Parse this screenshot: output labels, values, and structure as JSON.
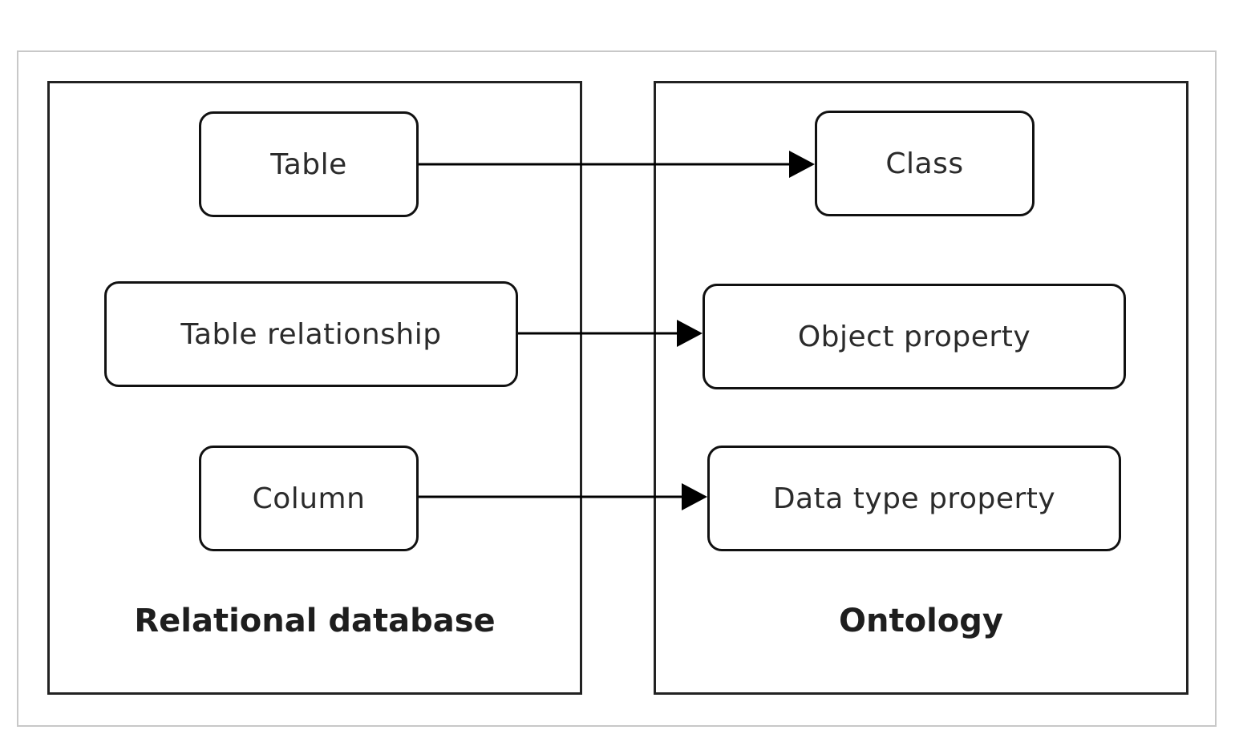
{
  "relational": {
    "title": "Relational database",
    "table": "Table",
    "table_relationship": "Table relationship",
    "column": "Column"
  },
  "ontology": {
    "title": "Ontology",
    "class": "Class",
    "object_property": "Object property",
    "data_type_property": "Data type property"
  },
  "mappings": [
    {
      "from": "Table",
      "to": "Class"
    },
    {
      "from": "Table relationship",
      "to": "Object property"
    },
    {
      "from": "Column",
      "to": "Data type property"
    }
  ]
}
